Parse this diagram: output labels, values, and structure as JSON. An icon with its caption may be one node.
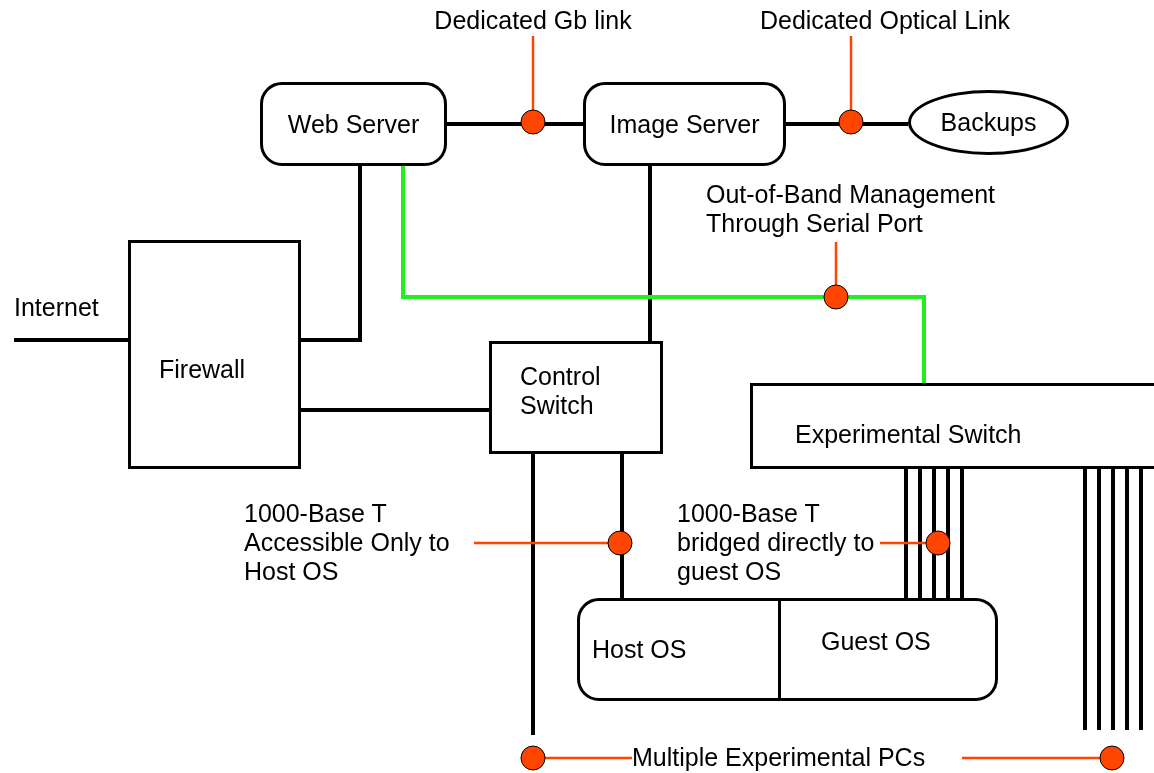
{
  "diagram": {
    "nodes": [
      {
        "text": [
          "Internet"
        ]
      },
      {
        "text": [
          "Firewall"
        ]
      },
      {
        "text": [
          "Web Server"
        ]
      },
      {
        "text": [
          "Image Server"
        ]
      },
      {
        "text": [
          "Backups"
        ]
      },
      {
        "text": [
          "Control Switch"
        ]
      },
      {
        "text": [
          "Experimental Switch"
        ]
      },
      {
        "text": [
          "Host OS"
        ]
      },
      {
        "text": [
          "Guest OS"
        ]
      },
      {
        "text": [
          "Dedicated Gb link"
        ]
      },
      {
        "text": [
          "Dedicated Optical Link"
        ]
      },
      {
        "text": [
          "Out-of-Band Management Through Serial Port"
        ]
      },
      {
        "text": [
          "1000-Base T Accessible Only to Host OS"
        ]
      },
      {
        "text": [
          "1000-Base T bridged directly to guest OS"
        ]
      },
      {
        "text": [
          "Multiple Experimental PCs"
        ]
      }
    ],
    "edges": [
      {
        "from": 0,
        "to": 1,
        "arrow": "none"
      },
      {
        "from": 1,
        "to": 2,
        "arrow": "none"
      },
      {
        "from": 1,
        "to": 5,
        "arrow": "none"
      },
      {
        "from": 2,
        "to": 3,
        "arrow": "none"
      },
      {
        "from": 3,
        "to": 4,
        "arrow": "none"
      },
      {
        "from": 3,
        "to": 5,
        "arrow": "none"
      },
      {
        "from": 2,
        "to": 6,
        "arrow": "none",
        "color": "#22ee22"
      },
      {
        "from": 5,
        "to": 7,
        "arrow": "none"
      },
      {
        "from": 6,
        "to": 8,
        "arrow": "none"
      },
      {
        "from": 6,
        "to": 8,
        "arrow": "none"
      },
      {
        "from": 6,
        "to": 8,
        "arrow": "none"
      },
      {
        "from": 6,
        "to": 8,
        "arrow": "none"
      },
      {
        "from": 6,
        "to": 8,
        "arrow": "none"
      },
      {
        "from": 5,
        "to": null,
        "arrow": "none"
      },
      {
        "from": 6,
        "to": null,
        "arrow": "none"
      },
      {
        "from": 6,
        "to": null,
        "arrow": "none"
      },
      {
        "from": 6,
        "to": null,
        "arrow": "none"
      },
      {
        "from": 6,
        "to": null,
        "arrow": "none"
      },
      {
        "from": 6,
        "to": null,
        "arrow": "none"
      },
      {
        "from": 9,
        "to": null,
        "arrow": "other",
        "color": "#ff4500"
      },
      {
        "from": 10,
        "to": null,
        "arrow": "other",
        "color": "#ff4500"
      },
      {
        "from": 11,
        "to": null,
        "arrow": "other",
        "color": "#ff4500"
      },
      {
        "from": 12,
        "to": null,
        "arrow": "other",
        "color": "#ff4500"
      },
      {
        "from": 13,
        "to": null,
        "arrow": "other",
        "color": "#ff4500"
      },
      {
        "from": 14,
        "to": null,
        "arrow": "other",
        "color": "#ff4500"
      },
      {
        "from": 14,
        "to": null,
        "arrow": "other",
        "color": "#ff4500"
      }
    ]
  }
}
